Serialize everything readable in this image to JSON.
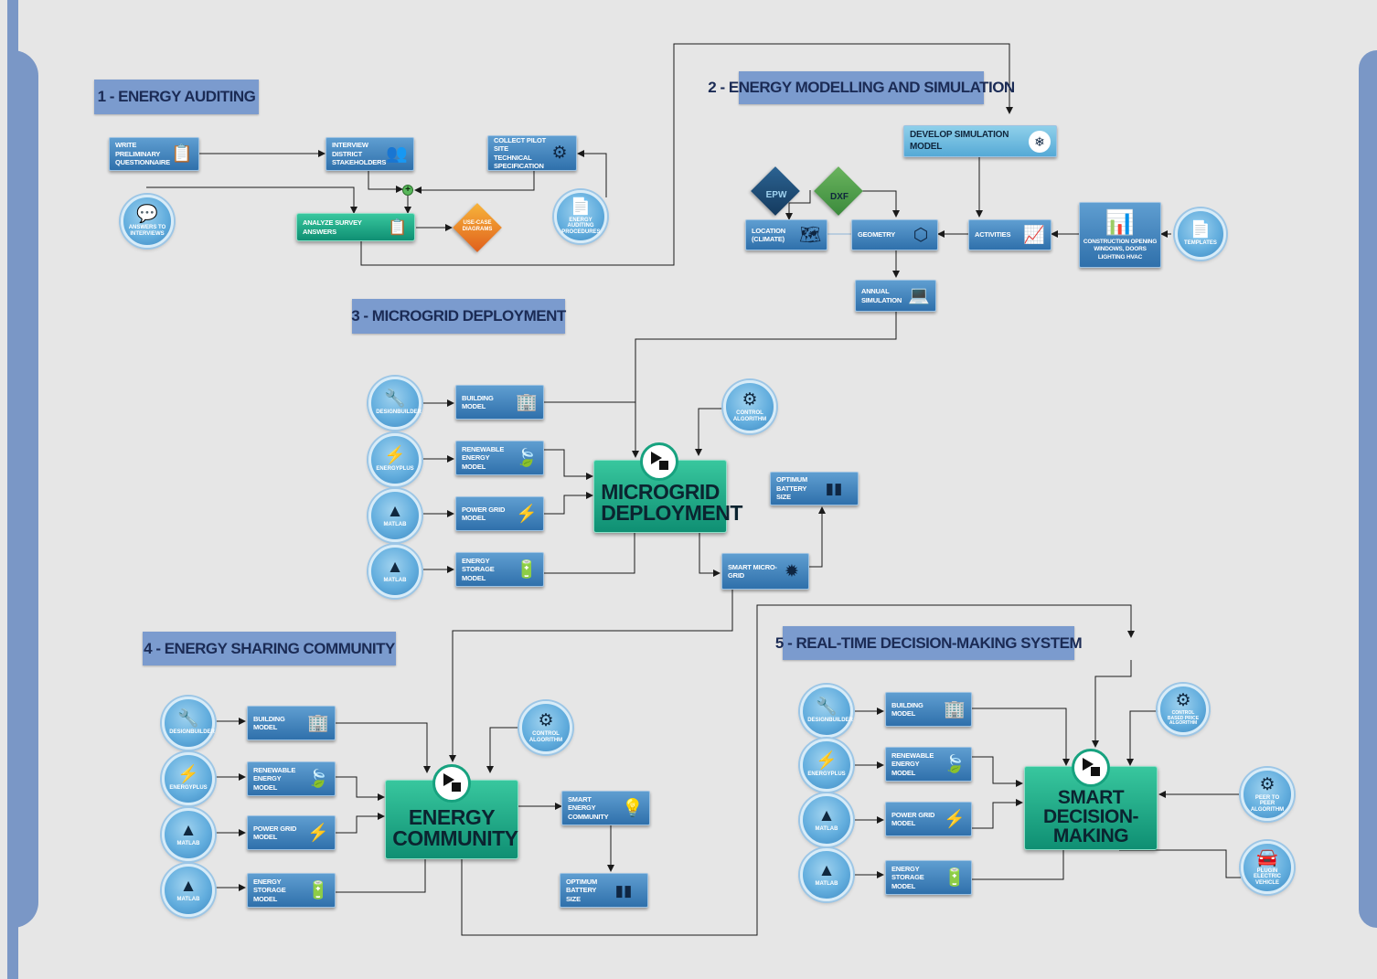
{
  "sections": {
    "s1": "1 - ENERGY AUDITING",
    "s2": "2 - ENERGY MODELLING AND SIMULATION",
    "s3": "3 - MICROGRID DEPLOYMENT",
    "s4": "4 - ENERGY SHARING COMMUNITY",
    "s5": "5 - REAL-TIME DECISION-MAKING SYSTEM"
  },
  "audit": {
    "questionnaire": "WRITE PRELIMINARY QUESTIONNAIRE",
    "interview": "INTERVIEW DISTRICT STAKEHOLDERS",
    "collect": "COLLECT PILOT SITE TECHNICAL SPECIFICATION",
    "answers": "ANSWERS TO INTERVIEWS",
    "analyze": "ANALYZE SURVEY ANSWERS",
    "usecase": "USE-CASE DIAGRAMS",
    "procedures": "ENERGY AUDITING PROCEDURES"
  },
  "modelling": {
    "develop": "DEVELOP SIMULATION MODEL",
    "epw": "EPW",
    "dxf": "DXF",
    "location": "LOCATION (CLIMATE)",
    "geometry": "GEOMETRY",
    "activities": "ACTIVITIES",
    "construction": "CONSTRUCTION OPENING WINDOWS, DOORS LIGHTING HVAC",
    "templates": "TEMPLATES",
    "annual": "ANNUAL SIMULATION"
  },
  "microgrid": {
    "designbuilder": "DESIGNBUILDER",
    "energyplus": "ENERGYPLUS",
    "matlab": "MATLAB",
    "building": "BUILDING MODEL",
    "renewable": "RENEWABLE ENERGY MODEL",
    "powergrid": "POWER GRID MODEL",
    "storage": "ENERGY STORAGE MODEL",
    "control": "CONTROL ALGORITHM",
    "main": "MICROGRID DEPLOYMENT",
    "battery": "OPTIMUM BATTERY SIZE",
    "smart": "SMART MICRO-GRID"
  },
  "community": {
    "control": "CONTROL ALGORITHM",
    "main": "ENERGY COMMUNITY",
    "smartcomm": "SMART ENERGY COMMUNITY",
    "battery": "OPTIMUM BATTERY SIZE"
  },
  "decision": {
    "control": "CONTROL BASED PRICE ALGORITHM",
    "main": "SMART DECISION-MAKING",
    "p2p": "PEER TO PEER ALGORITHM",
    "ev": "PLUGIN ELECTRIC VEHICLE"
  },
  "colors": {
    "frame": "#7a97c6",
    "section_title": "#7b9bce",
    "box": "#3f80bb",
    "teal": "#1fae89",
    "diamond_orange": "#f08a24",
    "diamond_navy": "#1f4e7a",
    "diamond_green": "#4a9a48"
  }
}
